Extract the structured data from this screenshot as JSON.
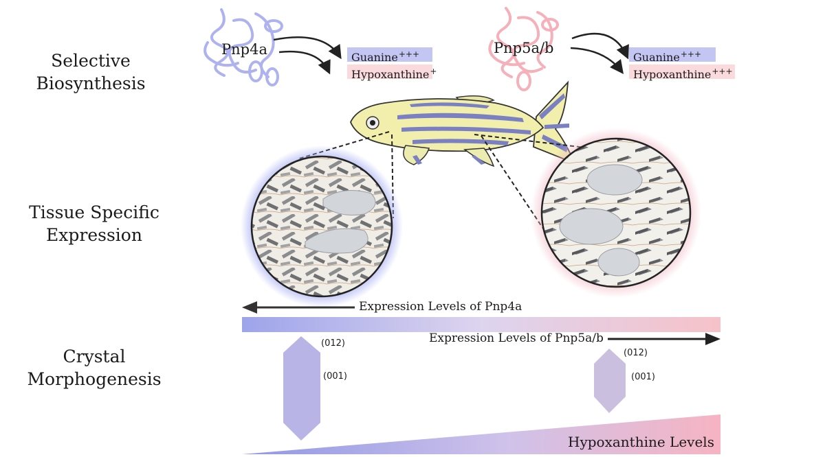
{
  "sections": {
    "biosynthesis": [
      "Selective",
      "Biosynthesis"
    ],
    "expression": [
      "Tissue Specific",
      "Expression"
    ],
    "morphogenesis": [
      "Crystal",
      "Morphogenesis"
    ]
  },
  "enzymes": {
    "left": {
      "name": "Pnp4a",
      "guanine": "Guanine",
      "guanine_level": "+++",
      "hypoxanthine": "Hypoxanthine",
      "hypoxanthine_level": "+"
    },
    "right": {
      "name": "Pnp5a/b",
      "guanine": "Guanine",
      "guanine_level": "+++",
      "hypoxanthine": "Hypoxanthine",
      "hypoxanthine_level": "+++"
    }
  },
  "gradients": {
    "pnp4a_label": "Expression Levels of Pnp4a",
    "pnp5_label": "Expression Levels of Pnp5a/b",
    "hypoxanthine_label": "Hypoxanthine Levels"
  },
  "crystals": {
    "left": {
      "facet_top": "(012)",
      "facet_side": "(001)"
    },
    "right": {
      "facet_top": "(012)",
      "facet_side": "(001)"
    }
  },
  "colors": {
    "blue": "#9da4e8",
    "pink": "#f4b7c0",
    "fish_body": "#f1efab",
    "fish_stripe": "#7a80c2",
    "crystal": "#b7b2e3"
  }
}
